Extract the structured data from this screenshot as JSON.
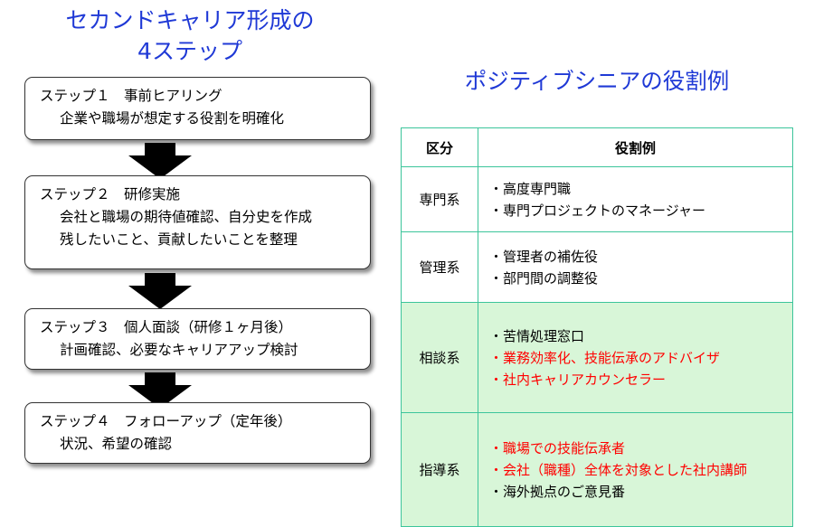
{
  "left_title": {
    "line1": "セカンドキャリア形成の",
    "line2": "4ステップ"
  },
  "steps": [
    {
      "label": "ステップ１　事前ヒアリング",
      "lines": [
        "企業や職場が想定する役割を明確化"
      ]
    },
    {
      "label": "ステップ２　研修実施",
      "lines": [
        "会社と職場の期待値確認、自分史を作成",
        "残したいこと、貢献したいことを整理"
      ]
    },
    {
      "label": "ステップ３　個人面談（研修１ヶ月後）",
      "lines": [
        "計画確認、必要なキャリアアップ検討"
      ]
    },
    {
      "label": "ステップ４　フォローアップ（定年後）",
      "lines": [
        "状況、希望の確認"
      ]
    }
  ],
  "right_title": "ポジティブシニアの役割例",
  "table": {
    "headers": [
      "区分",
      "役割例"
    ],
    "rows": [
      {
        "category": "専門系",
        "items": [
          {
            "text": "・高度専門職",
            "red": false
          },
          {
            "text": "・専門プロジェクトのマネージャー",
            "red": false
          }
        ]
      },
      {
        "category": "管理系",
        "items": [
          {
            "text": "・管理者の補佐役",
            "red": false
          },
          {
            "text": "・部門間の調整役",
            "red": false
          }
        ]
      },
      {
        "category": "相談系",
        "items": [
          {
            "text": "・苦情処理窓口",
            "red": false
          },
          {
            "text": "・業務効率化、技能伝承のアドバイザ",
            "red": true
          },
          {
            "text": "・社内キャリアカウンセラー",
            "red": true
          }
        ]
      },
      {
        "category": "指導系",
        "items": [
          {
            "text": "・職場での技能伝承者",
            "red": true
          },
          {
            "text": "・会社（職種）全体を対象とした社内講師",
            "red": true
          },
          {
            "text": "・海外拠点のご意見番",
            "red": false
          }
        ]
      }
    ]
  },
  "colors": {
    "title_blue": "#1f39d6",
    "table_border": "#3cc59b",
    "highlight_bg": "#d8f6d8",
    "accent_red": "#ff0000"
  }
}
